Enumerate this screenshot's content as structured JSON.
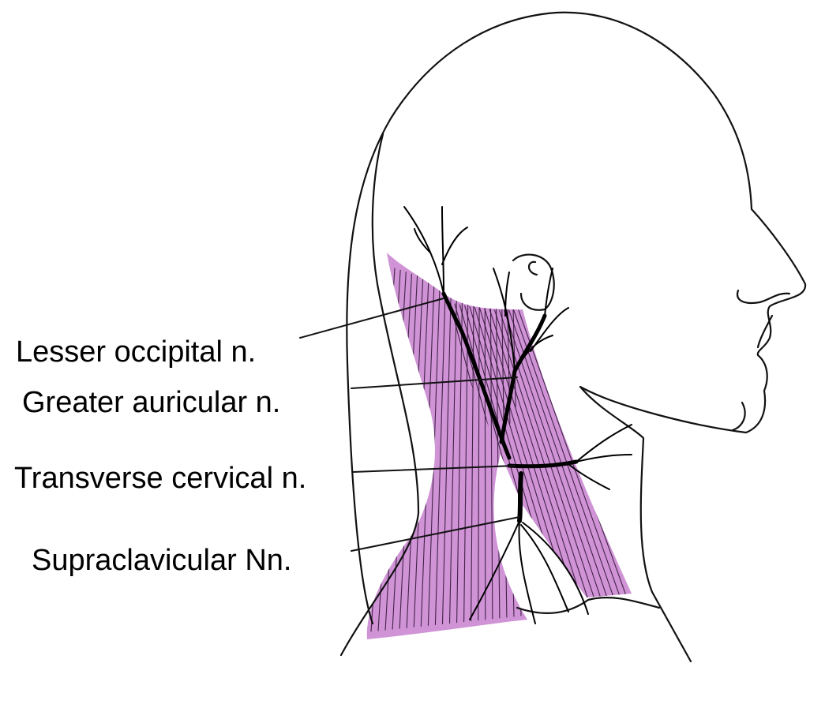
{
  "labels": {
    "lesser_occipital": "Lesser occipital n.",
    "greater_auricular": "Greater auricular n.",
    "transverse_cervical": "Transverse cervical n.",
    "supraclavicular": "Supraclavicular Nn."
  },
  "colors": {
    "muscle_fill": "#cf93d6",
    "outline": "#111111",
    "background": "#ffffff"
  }
}
